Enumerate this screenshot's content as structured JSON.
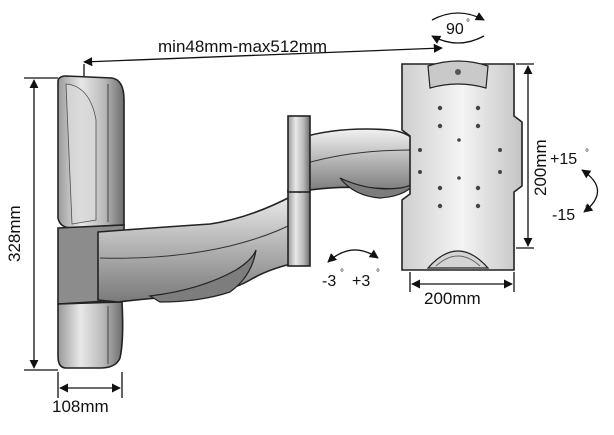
{
  "dimensions": {
    "arm_extension": "min48mm-max512mm",
    "height": "328mm",
    "base_width": "108mm",
    "plate_width": "200mm",
    "plate_height": "200mm"
  },
  "angles": {
    "rotation": "90",
    "tilt_up": "+15",
    "tilt_down": "-15",
    "level_minus": "-3",
    "level_plus": "+3",
    "degree_symbol": "°"
  }
}
